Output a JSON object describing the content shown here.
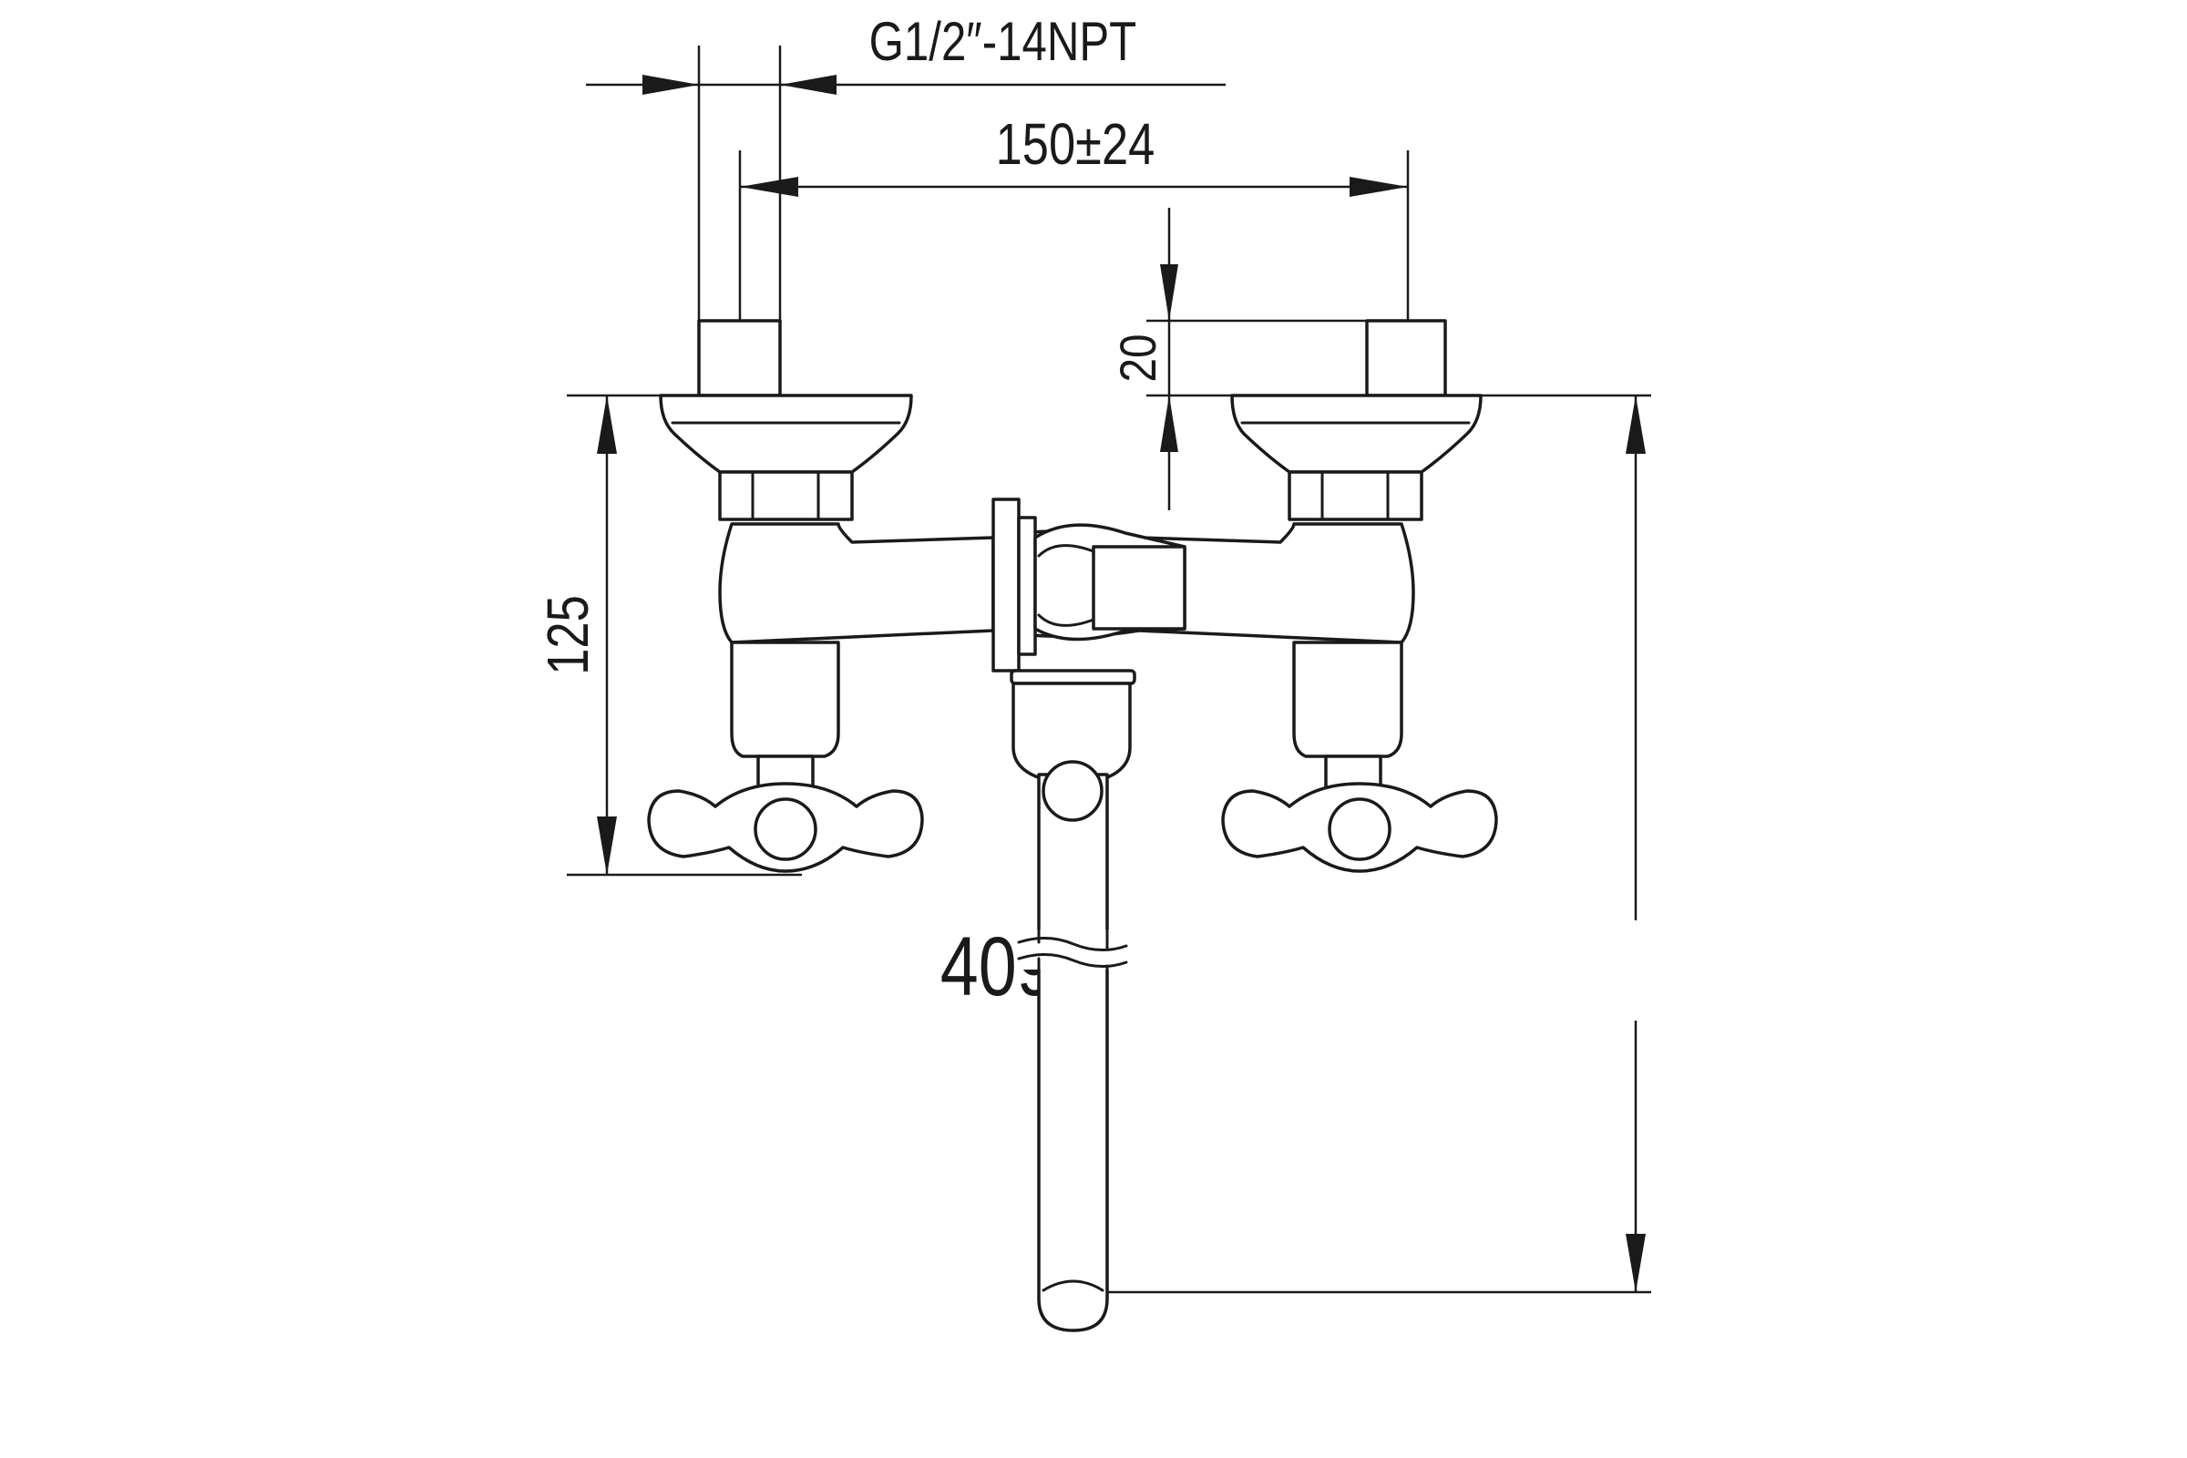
{
  "dimensions": {
    "thread": "G1/2″-14NPT",
    "center_distance": "150±24",
    "inlet_height": "20",
    "handle_depth": "125",
    "total_depth": "409"
  },
  "colors": {
    "line": "#1a1a1a",
    "background": "#ffffff"
  }
}
